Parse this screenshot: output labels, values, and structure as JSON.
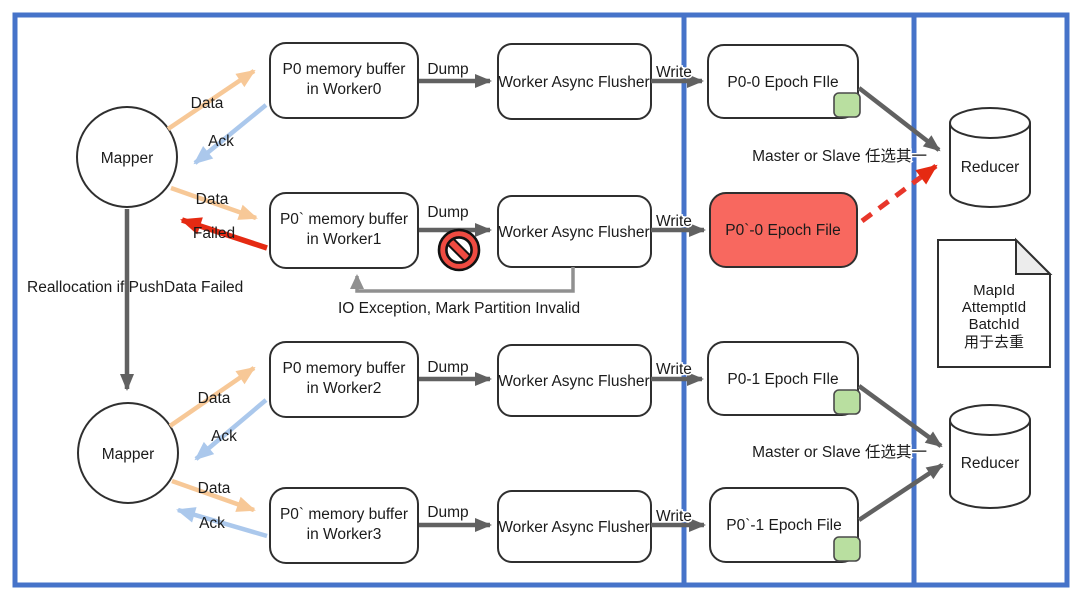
{
  "nodes": {
    "mapper": "Mapper",
    "buffers": [
      {
        "line1": "P0 memory buffer",
        "line2": "in Worker0"
      },
      {
        "line1": "P0` memory buffer",
        "line2": "in Worker1"
      },
      {
        "line1": "P0 memory buffer",
        "line2": "in Worker2"
      },
      {
        "line1": "P0` memory buffer",
        "line2": "in Worker3"
      }
    ],
    "flusher": "Worker Async Flusher",
    "epoch_files": [
      {
        "label": "P0-0 Epoch FIle",
        "state": "ok"
      },
      {
        "label": "P0`-0 Epoch File",
        "state": "invalid"
      },
      {
        "label": "P0-1 Epoch FIle",
        "state": "ok"
      },
      {
        "label": "P0`-1 Epoch File",
        "state": "ok"
      }
    ],
    "reducer": "Reducer",
    "note": {
      "lines": [
        "MapId",
        "AttemptId",
        "BatchId",
        "用于去重"
      ]
    }
  },
  "edges": {
    "data": "Data",
    "ack": "Ack",
    "failed": "Failed",
    "dump": "Dump",
    "write": "Write"
  },
  "annotations": {
    "reallocation": "Reallocation if PushData Failed",
    "io_exception": "IO Exception, Mark Partition Invalid",
    "master_or_slave": "Master or Slave 任选其一"
  },
  "colors": {
    "frame_blue": "#4673c9",
    "arrow_gray": "#616161",
    "arrow_gray_light": "#909090",
    "arrow_orange": "#f7c897",
    "arrow_blue": "#abc8ec",
    "arrow_red": "#e52a12",
    "failed_file_fill": "#f8685f",
    "epoch_flag_green": "#b9dfa0",
    "prohibit_red": "#ef4b41"
  }
}
